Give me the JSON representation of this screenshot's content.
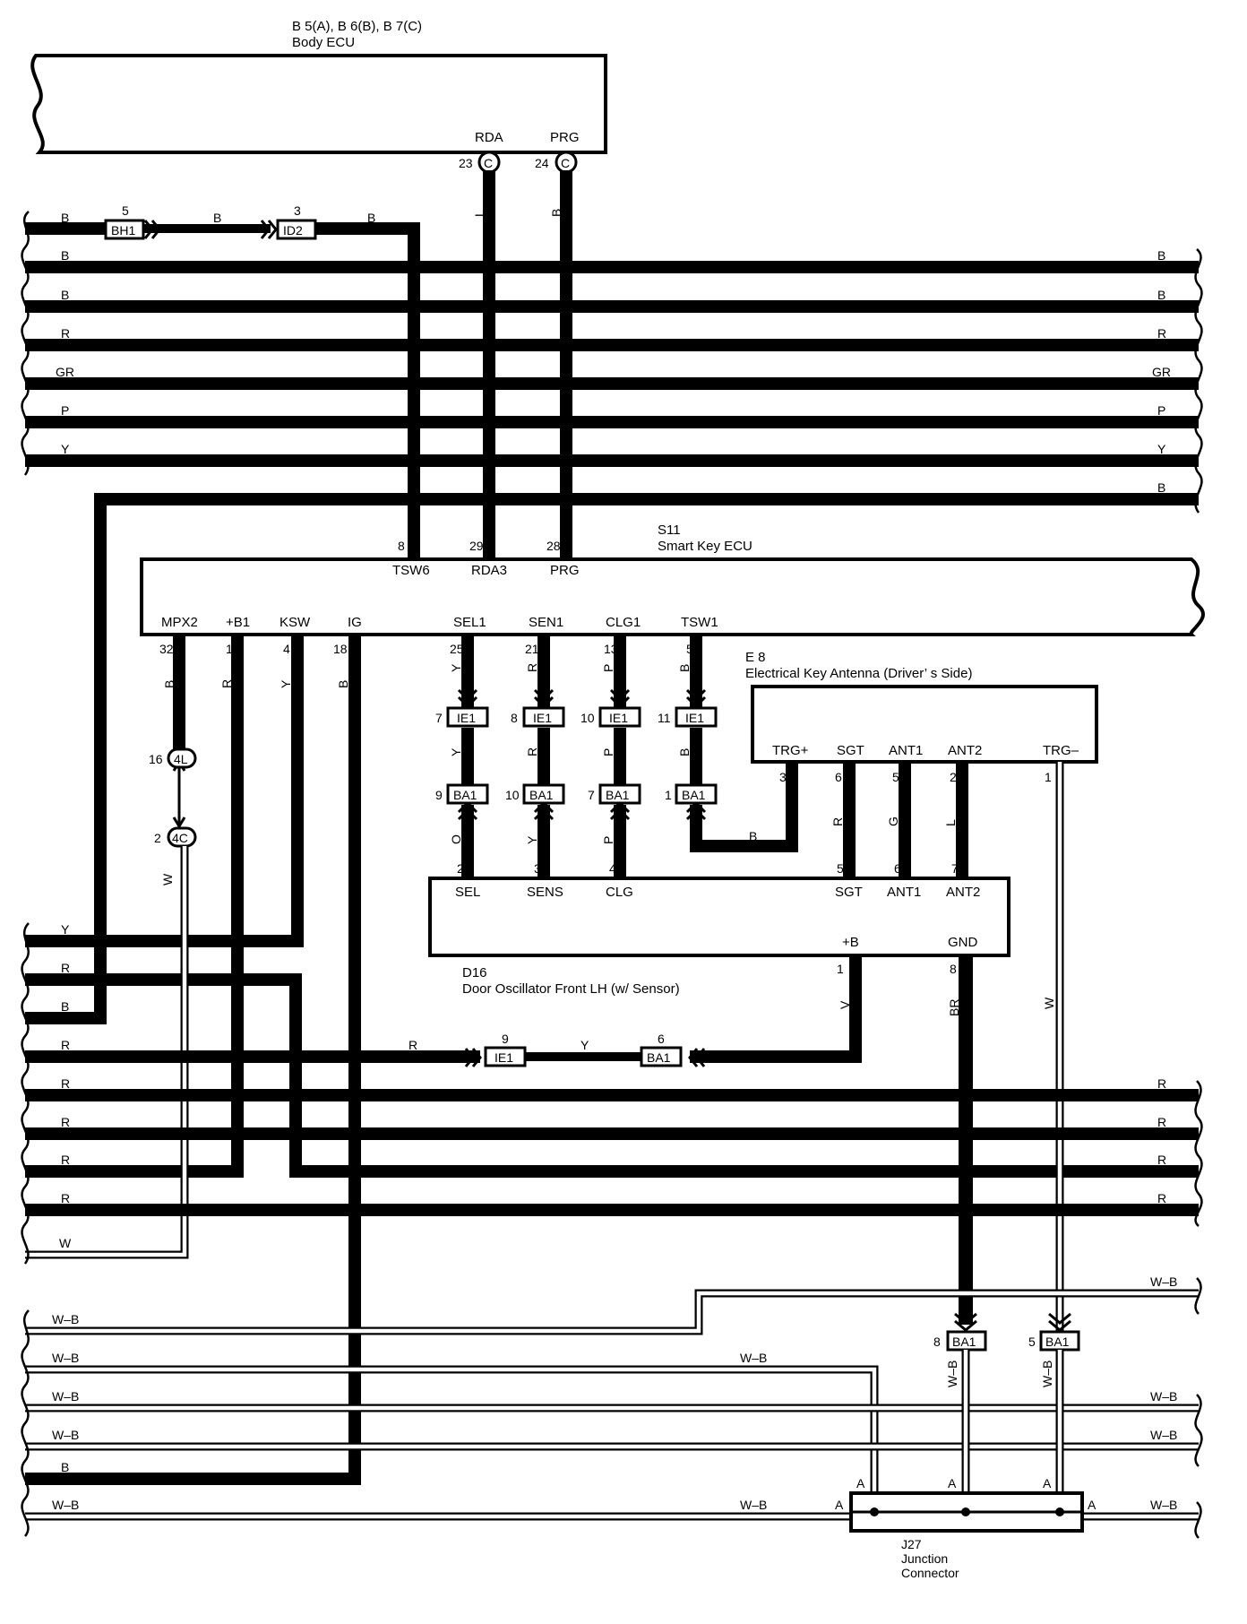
{
  "body_ecu": {
    "connectors": "B 5(A), B 6(B), B 7(C)",
    "name": "Body ECU",
    "pin_rda": "RDA",
    "pin_prg": "PRG",
    "num_rda": "23",
    "num_prg": "24",
    "conn_letter": "C"
  },
  "smart_key_ecu": {
    "code": "S11",
    "name": "Smart Key ECU",
    "top_pins": [
      {
        "num": "8",
        "name": "TSW6"
      },
      {
        "num": "29",
        "name": "RDA3"
      },
      {
        "num": "28",
        "name": "PRG"
      }
    ],
    "bottom_pins": [
      {
        "num": "32",
        "name": "MPX2"
      },
      {
        "num": "1",
        "name": "+B1"
      },
      {
        "num": "4",
        "name": "KSW"
      },
      {
        "num": "18",
        "name": "IG"
      },
      {
        "num": "25",
        "name": "SEL1"
      },
      {
        "num": "21",
        "name": "SEN1"
      },
      {
        "num": "13",
        "name": "CLG1"
      },
      {
        "num": "5",
        "name": "TSW1"
      }
    ]
  },
  "antenna": {
    "code": "E 8",
    "name": "Electrical Key Antenna (Driver’ s Side)",
    "pins": [
      {
        "num": "3",
        "name": "TRG+"
      },
      {
        "num": "6",
        "name": "SGT"
      },
      {
        "num": "5",
        "name": "ANT1"
      },
      {
        "num": "2",
        "name": "ANT2"
      },
      {
        "num": "1",
        "name": "TRG–"
      }
    ]
  },
  "door_osc": {
    "code": "D16",
    "name": "Door Oscillator Front LH (w/ Sensor)",
    "top_pins": [
      {
        "num": "2",
        "name": "SEL"
      },
      {
        "num": "3",
        "name": "SENS"
      },
      {
        "num": "4",
        "name": "CLG"
      },
      {
        "num": "5",
        "name": "SGT"
      },
      {
        "num": "6",
        "name": "ANT1"
      },
      {
        "num": "7",
        "name": "ANT2"
      }
    ],
    "bottom_pins": [
      {
        "num": "1",
        "name": "+B"
      },
      {
        "num": "8",
        "name": "GND"
      }
    ]
  },
  "junction": {
    "code": "J27",
    "line1": "Junction",
    "line2": "Connector",
    "pin": "A"
  },
  "connectors": {
    "bh1": "BH1",
    "id2": "ID2",
    "ie1": "IE1",
    "ba1": "BA1",
    "c4l": "4L",
    "c4c": "4C"
  },
  "pin_nums": {
    "bh1": "5",
    "id2": "3",
    "ie1_sel": "7",
    "ie1_sen": "8",
    "ie1_clg": "10",
    "ie1_tsw": "11",
    "ba1_sel": "9",
    "ba1_sen": "10",
    "ba1_clg": "7",
    "ba1_tsw": "1",
    "c4l": "16",
    "c4c": "2",
    "ie1_b": "9",
    "ba1_b": "6",
    "ba1_gnd": "8",
    "ba1_trg": "5"
  },
  "wires": {
    "rda": "L",
    "prg": "B",
    "bh1_l": "B",
    "bh1_id2": "B",
    "id2_r": "B",
    "mpx2": "B",
    "b1": "R",
    "ksw": "Y",
    "ig": "B",
    "sel1": "Y",
    "sen1": "R",
    "clg1": "P",
    "tsw1": "B",
    "sel_mid": "Y",
    "sen_mid": "R",
    "clg_mid": "P",
    "tsw_mid": "B",
    "sel_low": "O",
    "sen_low": "Y",
    "clg_low": "P",
    "trg_plus": "B",
    "sgt": "R",
    "ant1": "G",
    "ant2": "L",
    "trg_minus": "W",
    "c4c_down": "W",
    "plus_b": "V",
    "gnd": "BR",
    "bus_r": "R",
    "bus_y": "Y",
    "jc_wb": "W–B"
  },
  "left_labels": [
    "B",
    "B",
    "B",
    "R",
    "GR",
    "P",
    "Y",
    "Y",
    "R",
    "B",
    "R",
    "R",
    "R",
    "R",
    "R",
    "W",
    "W–B",
    "W–B",
    "W–B",
    "W–B",
    "B",
    "W–B"
  ],
  "right_labels": [
    "B",
    "B",
    "R",
    "GR",
    "P",
    "Y",
    "B",
    "R",
    "R",
    "R",
    "R",
    "W–B",
    "W–B",
    "W–B",
    "W–B"
  ],
  "mid_label_wb": "W–B",
  "mid_label_wb2": "W–B"
}
